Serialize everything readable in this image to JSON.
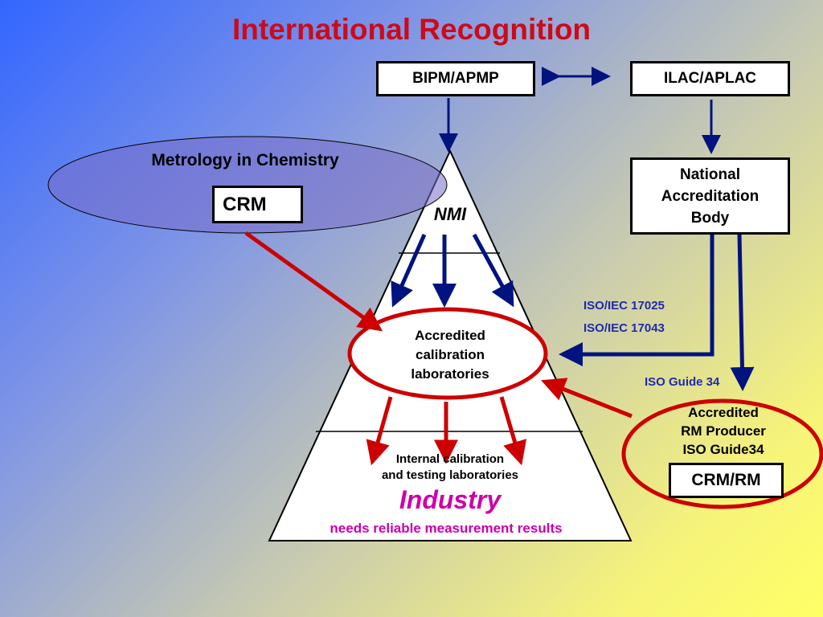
{
  "title": "International Recognition",
  "boxes": {
    "bipm": "BIPM/APMP",
    "ilac": "ILAC/APLAC",
    "national_line1": "National",
    "national_line2": "Accreditation",
    "national_line3": "Body",
    "crm": "CRM",
    "crm_rm": "CRM/RM"
  },
  "labels": {
    "metrology": "Metrology in Chemistry",
    "nmi": "NMI",
    "acc_cal_line1": "Accredited",
    "acc_cal_line2": "calibration",
    "acc_cal_line3": "laboratories",
    "internal_line1": "Internal calibration",
    "internal_line2": "and testing laboratories",
    "industry": "Industry",
    "industry_sub": "needs reliable measurement results",
    "iso17025": "ISO/IEC 17025",
    "iso17043": "ISO/IEC 17043",
    "iso_guide34": "ISO Guide 34",
    "rm_line1": "Accredited",
    "rm_line2": "RM Producer",
    "rm_line3": "ISO Guide34"
  },
  "colors": {
    "title_red": "#cc0a1a",
    "navy": "#00137f",
    "arrow_red": "#cc0000",
    "magenta": "#cc00aa",
    "iso_blue": "#1f2ab0"
  }
}
